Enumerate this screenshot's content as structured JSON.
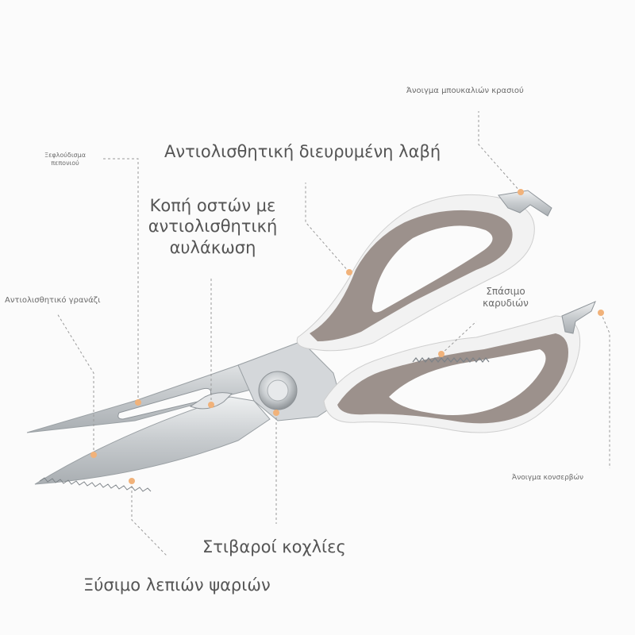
{
  "labels": {
    "wine_opener": "Άνοιγμα μπουκαλιών κρασιού",
    "handle": "Αντιολισθητική διευρυμένη λαβή",
    "melon": "Ξεφλούδισμα πεπονιού",
    "bone_cut": "Κοπή οστών με αντιολισθητική αυλάκωση",
    "anti_slip_gear": "Αντιολισθητικό γρανάζι",
    "walnut": "Σπάσιμο καρυδιών",
    "can_opener": "Άνοιγμα κονσερβών",
    "screws": "Στιβαροί κοχλίες",
    "fish_scale": "Ξύσιμο λεπιών ψαριών"
  },
  "colors": {
    "accent_dot": "#f1b27a",
    "leader_line": "#9a9a9a",
    "handle_gray": "#9c918c",
    "handle_white": "#f2f2f2",
    "blade_steel": "#cfd3d6"
  }
}
